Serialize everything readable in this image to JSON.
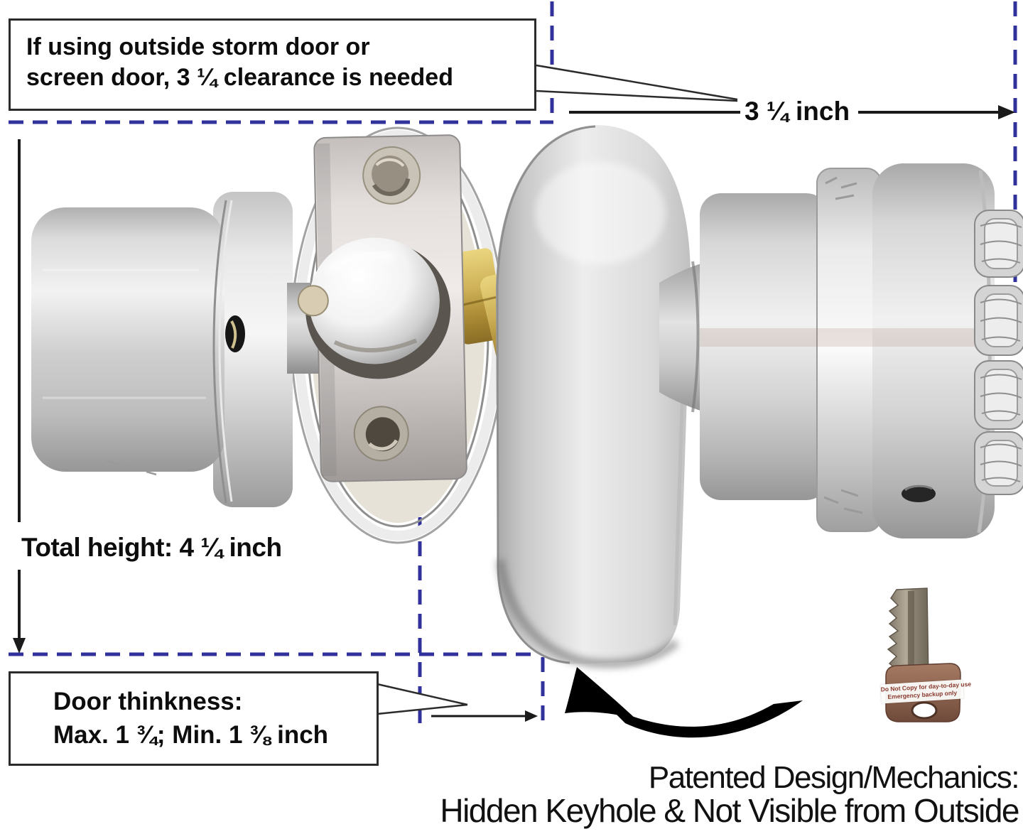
{
  "annotations": {
    "storm_door_note": {
      "line1": "If using outside storm door or",
      "line2": "screen door, 3 ¼ clearance is needed"
    },
    "width_dimension": "3 ¼ inch",
    "height_dimension": "Total height: 4 ¼ inch",
    "door_thickness_note": {
      "line1": "Door thinkness:",
      "line2": "Max. 1 ¾; Min. 1 ⅜ inch"
    },
    "caption": {
      "line1": "Patented Design/Mechanics:",
      "line2": "Hidden Keyhole & Not Visible from Outside"
    },
    "key_tag": {
      "line1": "Do Not Copy for day-to-day use",
      "line2": "Emergency backup only"
    }
  },
  "colors": {
    "dashed_guide": "#31319b",
    "text": "#0d0d0d",
    "caption_text": "#111111",
    "key_tag_text": "#8a3a2e",
    "arrow": "#000000"
  }
}
